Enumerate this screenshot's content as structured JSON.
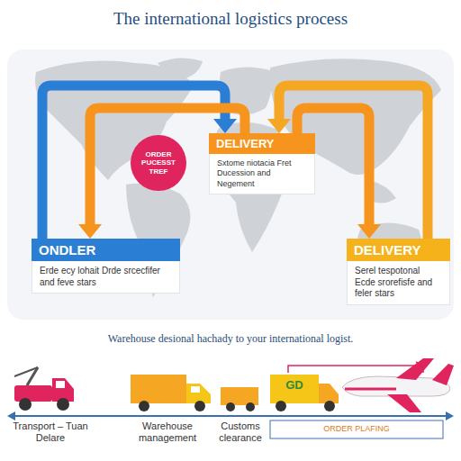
{
  "diagram": {
    "title": "The international logistics process",
    "caption": "Warehouse desional hachady to your international logist.",
    "nodes": [
      {
        "text": [
          "DELIVERY",
          "Sxtome niotacia Fret Ducession and Negement"
        ]
      },
      {
        "text": [
          "ORDER PUCESST TREF"
        ]
      },
      {
        "text": [
          "ONDLER",
          "Erde ecy lohait Drde srcecfifer and feve stars"
        ]
      },
      {
        "text": [
          "DELIVERY",
          "Serel tespotonal Ecde srorefisfe and feler stars"
        ]
      }
    ],
    "edges": [
      {
        "from": 2,
        "to": 0,
        "arrow": "to"
      },
      {
        "from": 0,
        "to": 2,
        "arrow": "to"
      },
      {
        "from": 0,
        "to": 3,
        "arrow": "to"
      },
      {
        "from": 3,
        "to": 0,
        "arrow": "to"
      }
    ],
    "labels": [
      "GD",
      "Transport – Tuan Delare",
      "Warehouse management",
      "Customs clearance",
      "ORDER PLAFING"
    ]
  }
}
